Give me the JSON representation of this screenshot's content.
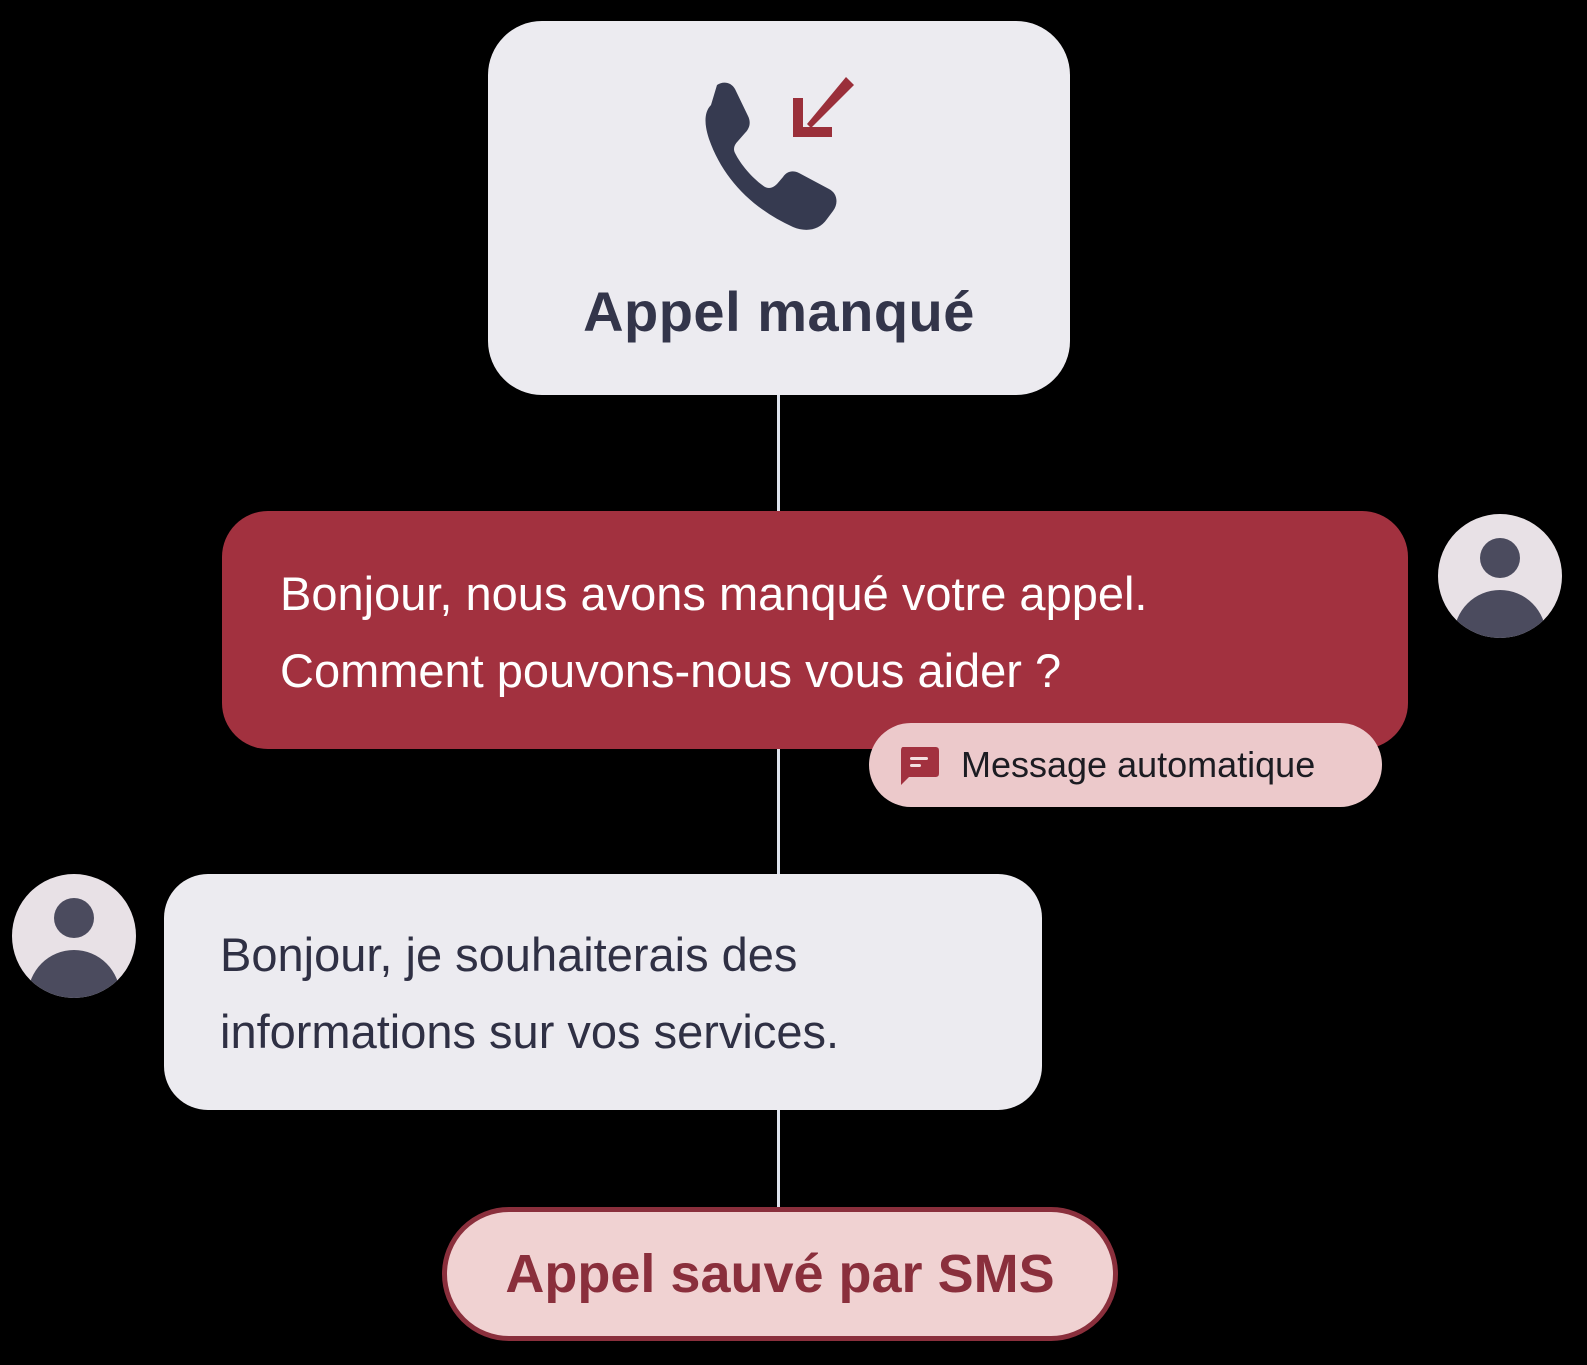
{
  "flow": {
    "missed_call": {
      "icon": "incoming-missed-call-icon",
      "title": "Appel manqué"
    },
    "auto_reply": {
      "lines": [
        "Bonjour, nous avons manqué votre appel.",
        "Comment pouvons-nous vous aider ?"
      ],
      "tag_icon": "chat-message-icon",
      "tag_label": "Message automatique",
      "avatar_icon": "user-avatar-icon"
    },
    "customer_reply": {
      "lines": [
        "Bonjour, je souhaiterais des",
        "informations sur vos services."
      ],
      "avatar_icon": "user-avatar-icon"
    },
    "outcome": {
      "label": "Appel sauvé par SMS"
    }
  },
  "colors": {
    "background": "#000000",
    "card": "#ecebf0",
    "dark_text": "#33354a",
    "brand_red": "#a2313f",
    "brand_dark_red": "#8a2f3c",
    "tag_pink": "#ecc9cb",
    "pill_pink": "#f0d2d2",
    "avatar_bg": "#e8e1e6",
    "avatar_fg": "#4b4b5e",
    "connector": "#dde2ec"
  }
}
